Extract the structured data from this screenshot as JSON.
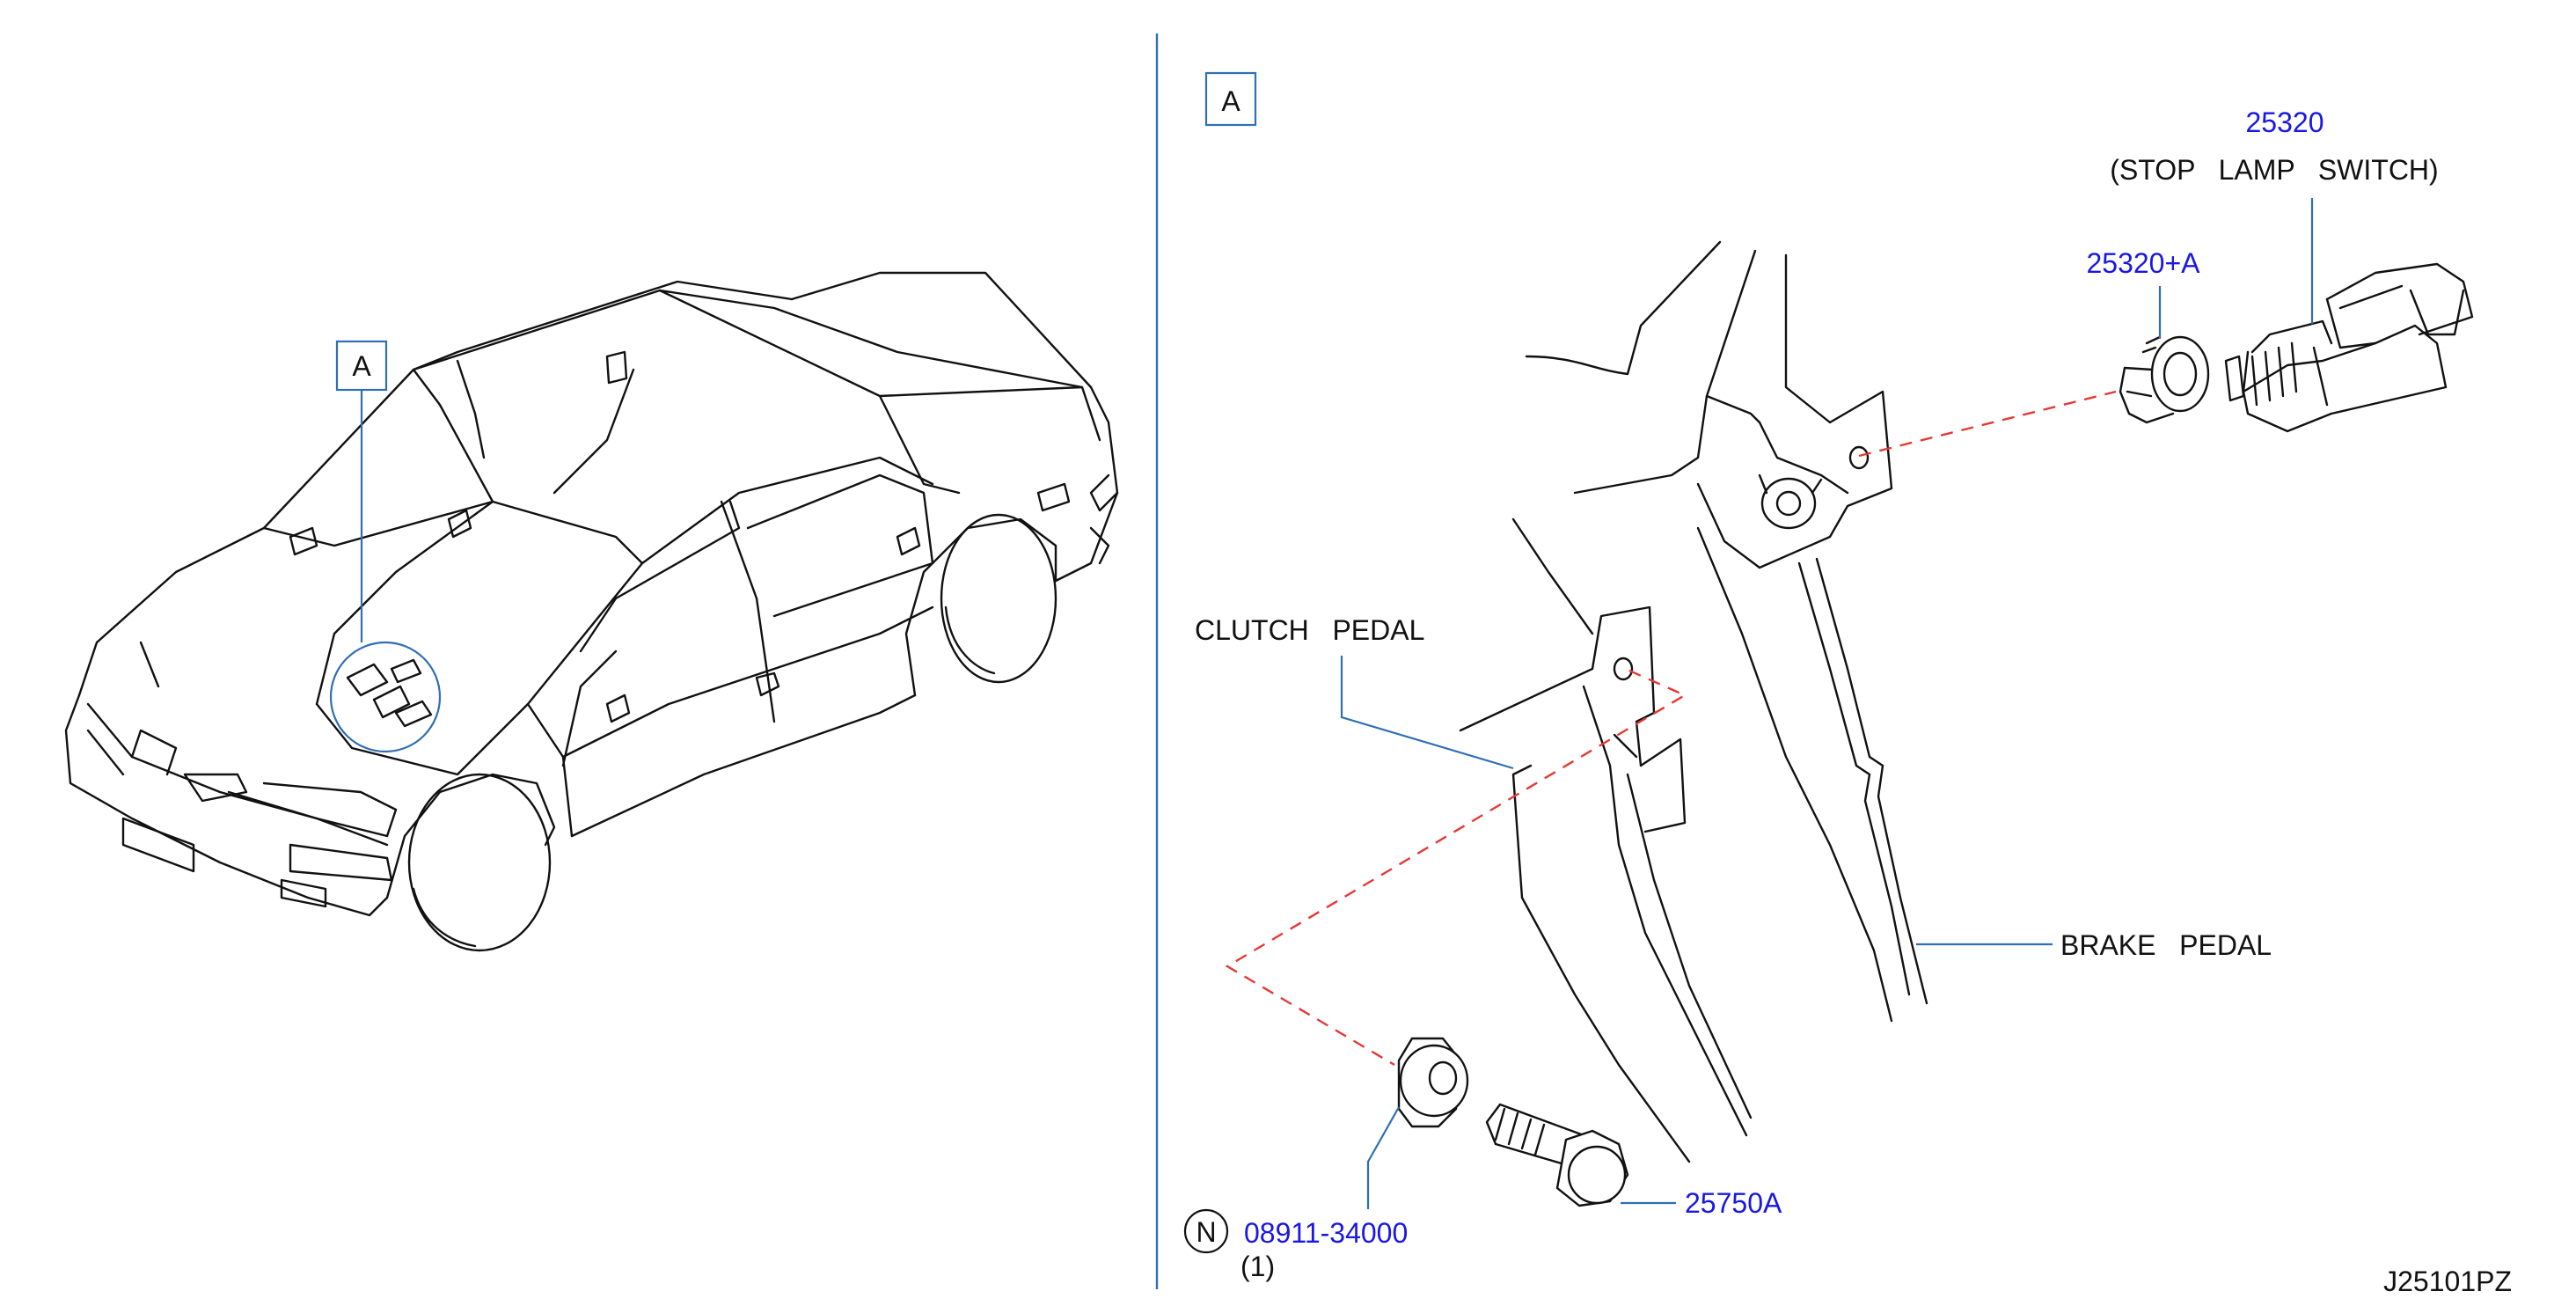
{
  "view_a_label_left": "A",
  "view_a_label_right": "A",
  "parts": {
    "stop_lamp_switch_number": "25320",
    "stop_lamp_switch_name": "(STOP   LAMP   SWITCH)",
    "stop_lamp_switch_clip_number": "25320+A",
    "clutch_pedal_label": "CLUTCH   PEDAL",
    "brake_pedal_label": "BRAKE   PEDAL",
    "nut_marker": "N",
    "nut_number": "08911-34000",
    "nut_quantity": "(1)",
    "bolt_number": "25750A"
  },
  "diagram_code": "J25101PZ",
  "colors": {
    "part_number_blue": "#1a17e6",
    "leader_blue": "#2f6fb3",
    "dashed_red": "#e53935",
    "outline_black": "#111111"
  }
}
